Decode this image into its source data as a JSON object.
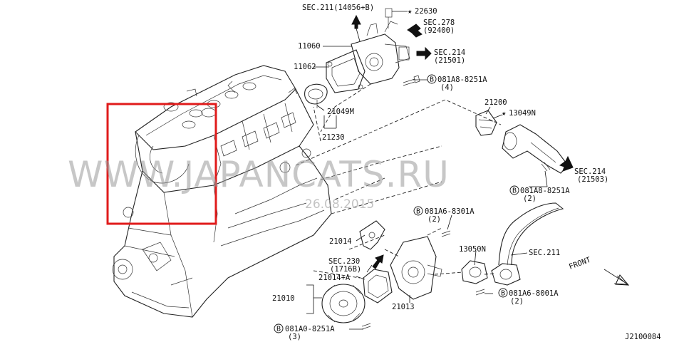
{
  "watermark": {
    "text": "WWW.JAPANCATS.RU",
    "date": "26.08.2015"
  },
  "diagram_id": "J2100084",
  "front_label": "FRONT",
  "labels": {
    "sec211_top": "SEC.211(14056+B)",
    "p22630": "22630",
    "sec278": "SEC.278",
    "sec278_sub": "(92400)",
    "p11060": "11060",
    "sec214_top": "SEC.214",
    "sec214_top_sub": "(21501)",
    "p11062": "11062",
    "bolt1": "081A8-8251A",
    "bolt1_qty": "(4)",
    "p21049m": "21049M",
    "p21230": "21230",
    "p21200": "21200",
    "p13049n": "13049N",
    "sec214_mid": "SEC.214",
    "sec214_mid_sub": "(21503)",
    "bolt2": "081A8-8251A",
    "bolt2_qty": "(2)",
    "bolt3": "081A6-8301A",
    "bolt3_qty": "(2)",
    "p21014": "21014",
    "p13050n": "13050N",
    "sec211_mid": "SEC.211",
    "sec230": "SEC.230",
    "sec230_sub": "(1716B)",
    "p21014a": "21014+A",
    "p21010": "21010",
    "p21013": "21013",
    "bolt4": "081A6-8001A",
    "bolt4_qty": "(2)",
    "bolt5": "081A0-8251A",
    "bolt5_qty": "(3)",
    "circle_b": "B",
    "star": "★"
  },
  "colors": {
    "highlight": "#e01b1b",
    "line": "#222222",
    "watermark": "#9a9a9a"
  }
}
